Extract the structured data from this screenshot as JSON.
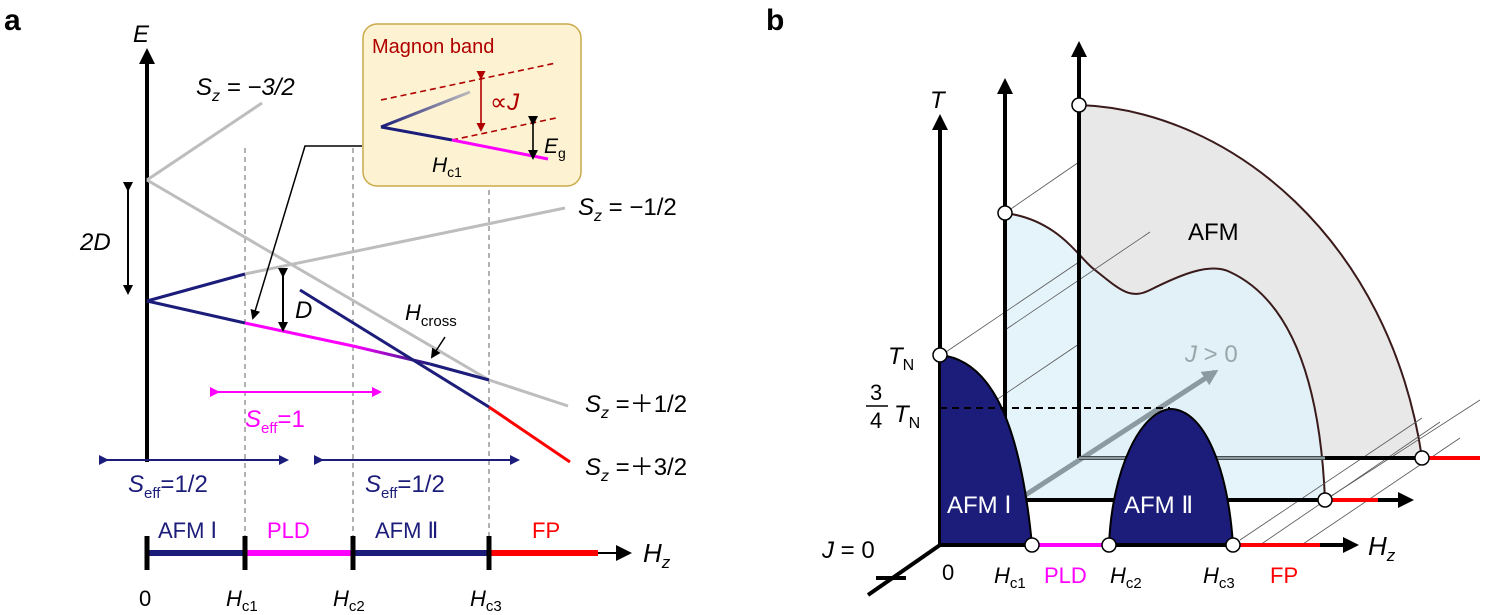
{
  "panel_a": {
    "panel_label": "a",
    "energy_axis_label": "E",
    "levels": {
      "sz_m32": "S z = −3/2",
      "sz_m12": "S z = −1/2",
      "sz_p12": "S z =＋1/2",
      "sz_p32": "S z =＋3/2"
    },
    "two_d": "2D",
    "d": "D",
    "h_cross": "cross",
    "seff_one": "=1",
    "seff_half_left": "=1/2",
    "seff_half_right": "=1/2",
    "inset": {
      "title": "Magnon band",
      "prop_j": "∝J",
      "eg_sub": "g",
      "hc1_sub": "c1"
    },
    "phase_bar": {
      "segments": [
        {
          "label": "AFM Ⅰ",
          "color": "#1c1c7a"
        },
        {
          "label": "PLD",
          "color": "#ff00ff"
        },
        {
          "label": "AFM Ⅱ",
          "color": "#1c1c7a"
        },
        {
          "label": "FP",
          "color": "#ff0000"
        }
      ],
      "axis_label": "H",
      "axis_sub": "z",
      "ticks": [
        "0",
        "c1",
        "c2",
        "c3"
      ]
    }
  },
  "panel_b": {
    "panel_label": "b",
    "t_axis": "T",
    "hz_label": "H",
    "hz_sub": "z",
    "j_zero": "J = 0",
    "j_pos": "J > 0",
    "tn": "T",
    "tn_sub": "N",
    "three_quarter_num": "3",
    "three_quarter_den": "4",
    "afm_outer": "AFM",
    "afm1": "AFM Ⅰ",
    "afm2": "AFM Ⅱ",
    "origin": "0",
    "ticks": [
      "c1",
      "PLD",
      "c2",
      "c3",
      "FP"
    ]
  },
  "colors": {
    "navy": "#1c1c7a",
    "magenta": "#ff00ff",
    "red": "#ff0000",
    "gray": "#bdbdbd",
    "inset_bg": "#fdf3d2",
    "inset_border": "#c9a94a",
    "dark_red": "#b00000",
    "light_blue": "#dff2f9",
    "light_gray": "#e8e8e8"
  }
}
